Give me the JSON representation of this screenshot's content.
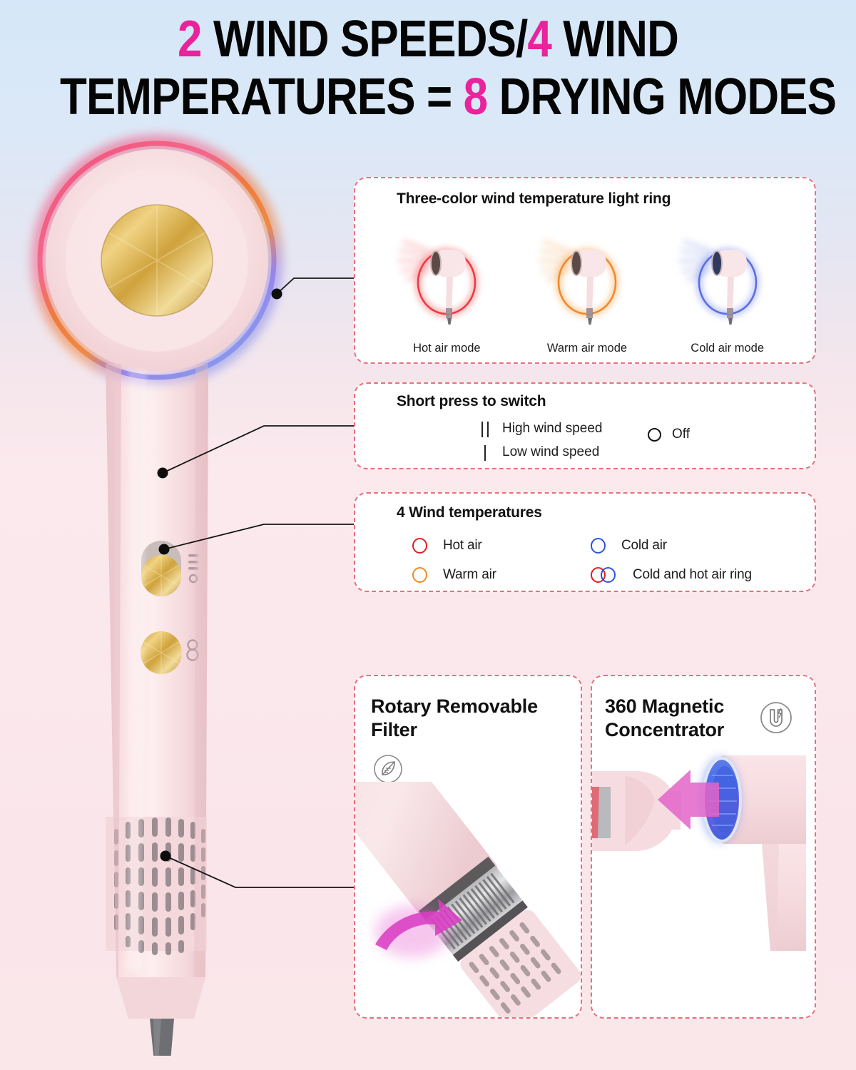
{
  "header": {
    "line1_pre": "2",
    "line1_mid": " WIND SPEEDS/",
    "line1_num2": "4",
    "line1_post": " WIND",
    "line2_pre": "TEMPERATURES = ",
    "line2_num": "8",
    "line2_post": " DRYING MODES",
    "accent_color": "#e8239b",
    "text_color": "#050505"
  },
  "panels": {
    "light_ring": {
      "title": "Three-color wind temperature light ring",
      "modes": [
        {
          "caption": "Hot air mode",
          "color": "#ee3a44",
          "glow": "#f25a5a",
          "name": "hot"
        },
        {
          "caption": "Warm air mode",
          "color": "#f08a2a",
          "glow": "#f5a24a",
          "name": "warm"
        },
        {
          "caption": "Cold air mode",
          "color": "#5a6fe0",
          "glow": "#7b8cf0",
          "name": "cold"
        }
      ]
    },
    "short_press": {
      "title": "Short press to switch",
      "rows": [
        {
          "symbol": "||",
          "label": "High wind speed"
        },
        {
          "symbol": "|",
          "label": "Low wind speed"
        }
      ],
      "off_label": "Off"
    },
    "wind_temperatures": {
      "title": "4 Wind temperatures",
      "items": [
        {
          "label": "Hot air",
          "type": "single",
          "color": "#e01c22"
        },
        {
          "label": "Cold air",
          "type": "single",
          "color": "#2a55d8"
        },
        {
          "label": "Warm air",
          "type": "single",
          "color": "#f08a1c"
        },
        {
          "label": "Cold and hot air ring",
          "type": "dual",
          "color": "#e01c22",
          "color2": "#2a55d8"
        }
      ]
    },
    "rotary_filter": {
      "title": "Rotary Removable Filter",
      "icon": "leaf-icon"
    },
    "magnetic_concentrator": {
      "title": "360 Magnetic Concentrator",
      "icon": "magnet-icon"
    }
  },
  "product": {
    "body_color": "#f6dcdf",
    "accent_gold": "#d9ae52",
    "ring_colors": [
      "#f2557e",
      "#f07a3c",
      "#8e7ce8",
      "#6f8fe8"
    ]
  },
  "background": {
    "top_color": "#d5e7f8",
    "bottom_color": "#f9e7ea"
  }
}
